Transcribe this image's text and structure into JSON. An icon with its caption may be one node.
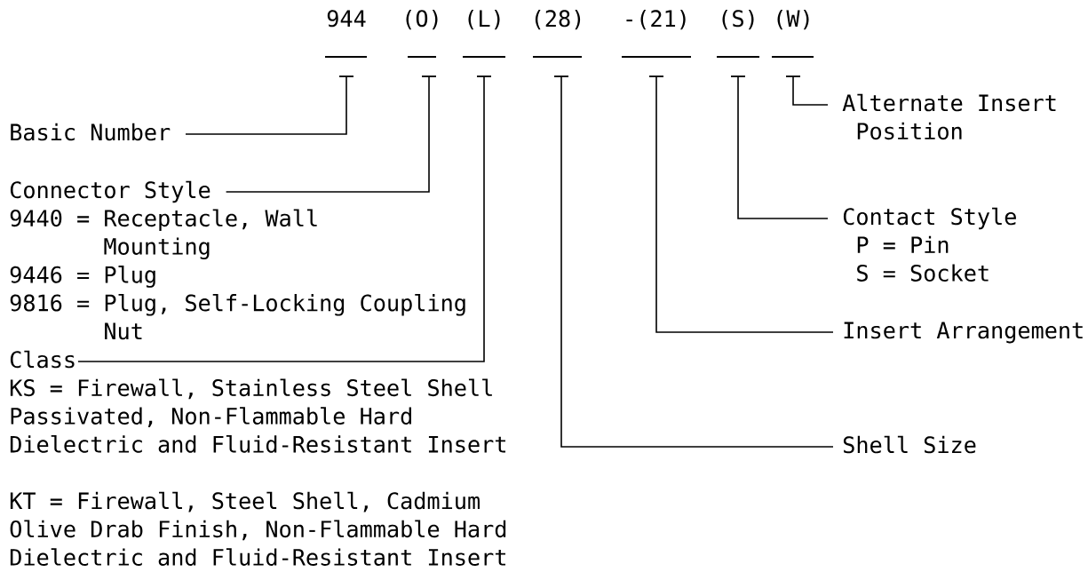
{
  "diagram": {
    "nodes": [
      {
        "text": [
          "944"
        ]
      },
      {
        "text": [
          "(O)"
        ]
      },
      {
        "text": [
          "(L)"
        ]
      },
      {
        "text": [
          "(28)"
        ]
      },
      {
        "text": [
          "-(21)"
        ]
      },
      {
        "text": [
          "(S)"
        ]
      },
      {
        "text": [
          "(W)"
        ]
      },
      {
        "text": [
          "Basic Number"
        ]
      },
      {
        "text": [
          "Connector Style",
          "9440 = Receptacle, Wall Mounting",
          "9446 = Plug",
          "9816 = Plug, Self-Locking Coupling Nut"
        ]
      },
      {
        "text": [
          "Class",
          "KS = Firewall, Stainless Steel Shell Passivated, Non-Flammable Hard Dielectric and Fluid-Resistant Insert",
          "KT = Firewall, Steel Shell, Cadmium Olive Drab Finish, Non-Flammable Hard Dielectric and Fluid-Resistant Insert"
        ]
      },
      {
        "text": [
          "Shell Size"
        ]
      },
      {
        "text": [
          "Insert Arrangement"
        ]
      },
      {
        "text": [
          "Contact Style",
          "P = Pin",
          "S = Socket"
        ]
      },
      {
        "text": [
          "Alternate Insert Position"
        ]
      }
    ],
    "edges": [
      {
        "from": 7,
        "to": 0,
        "arrow": "none"
      },
      {
        "from": 8,
        "to": 1,
        "arrow": "none"
      },
      {
        "from": 9,
        "to": 2,
        "arrow": "none"
      },
      {
        "from": 10,
        "to": 3,
        "arrow": "none"
      },
      {
        "from": 11,
        "to": 4,
        "arrow": "none"
      },
      {
        "from": 12,
        "to": 5,
        "arrow": "none"
      },
      {
        "from": 13,
        "to": 6,
        "arrow": "none"
      }
    ]
  }
}
